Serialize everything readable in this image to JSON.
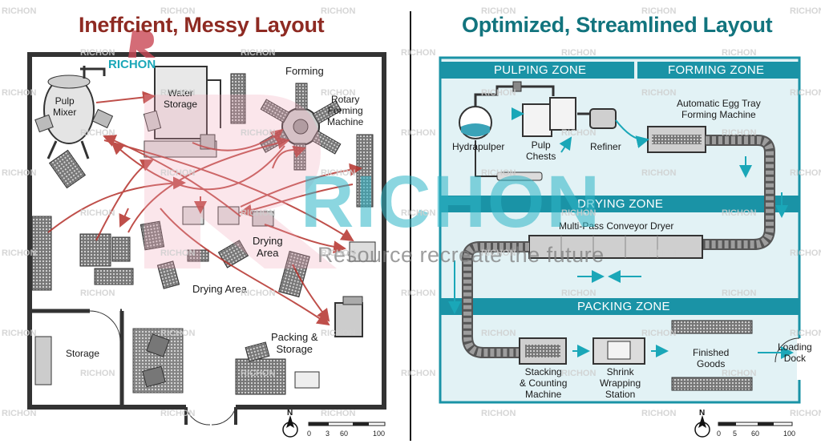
{
  "titles": {
    "left": "Ineffcient, Messy Layout",
    "right": "Optimized, Streamlined Layout"
  },
  "left_plan": {
    "labels": {
      "pulp_mixer": "Pulp\nMixer",
      "water_storage": "Water\nStorage",
      "forming": "Forming",
      "rotary_forming": "Rotary\nForming\nMachine",
      "drying_area_1": "Drying\nArea",
      "drying_area_2": "Drying Area",
      "storage": "Storage",
      "packing_storage": "Packing &\nStorage"
    }
  },
  "right_plan": {
    "zones": {
      "pulping": "PULPING ZONE",
      "forming": "FORMING ZONE",
      "drying": "DRYING ZONE",
      "packing": "PACKING ZONE"
    },
    "labels": {
      "hydrapulper": "Hydrapulper",
      "pulp_chests": "Pulp\nChests",
      "refiner": "Refiner",
      "egg_tray_machine": "Automatic Egg Tray\nForming Machine",
      "dryer": "Multi-Pass Conveyor Dryer",
      "stacking": "Stacking\n& Counting\nMachine",
      "shrink": "Shrink\nWrapping\nStation",
      "finished_goods": "Finished\nGoods",
      "loading_dock": "Loading\nDock"
    }
  },
  "scale_bars": {
    "left": [
      "0",
      "3",
      "60",
      "100"
    ],
    "right": [
      "0",
      "5",
      "60",
      "100"
    ],
    "north": "N"
  },
  "watermark": {
    "brand": "RICHON",
    "slogan": "Resource recreate the future"
  },
  "colors": {
    "left_title": "#8e2a22",
    "right_title": "#12747e",
    "zone_band": "#1a93a6",
    "messy_arrow": "#b4312b",
    "flow_arrow": "#1aa7b8"
  }
}
